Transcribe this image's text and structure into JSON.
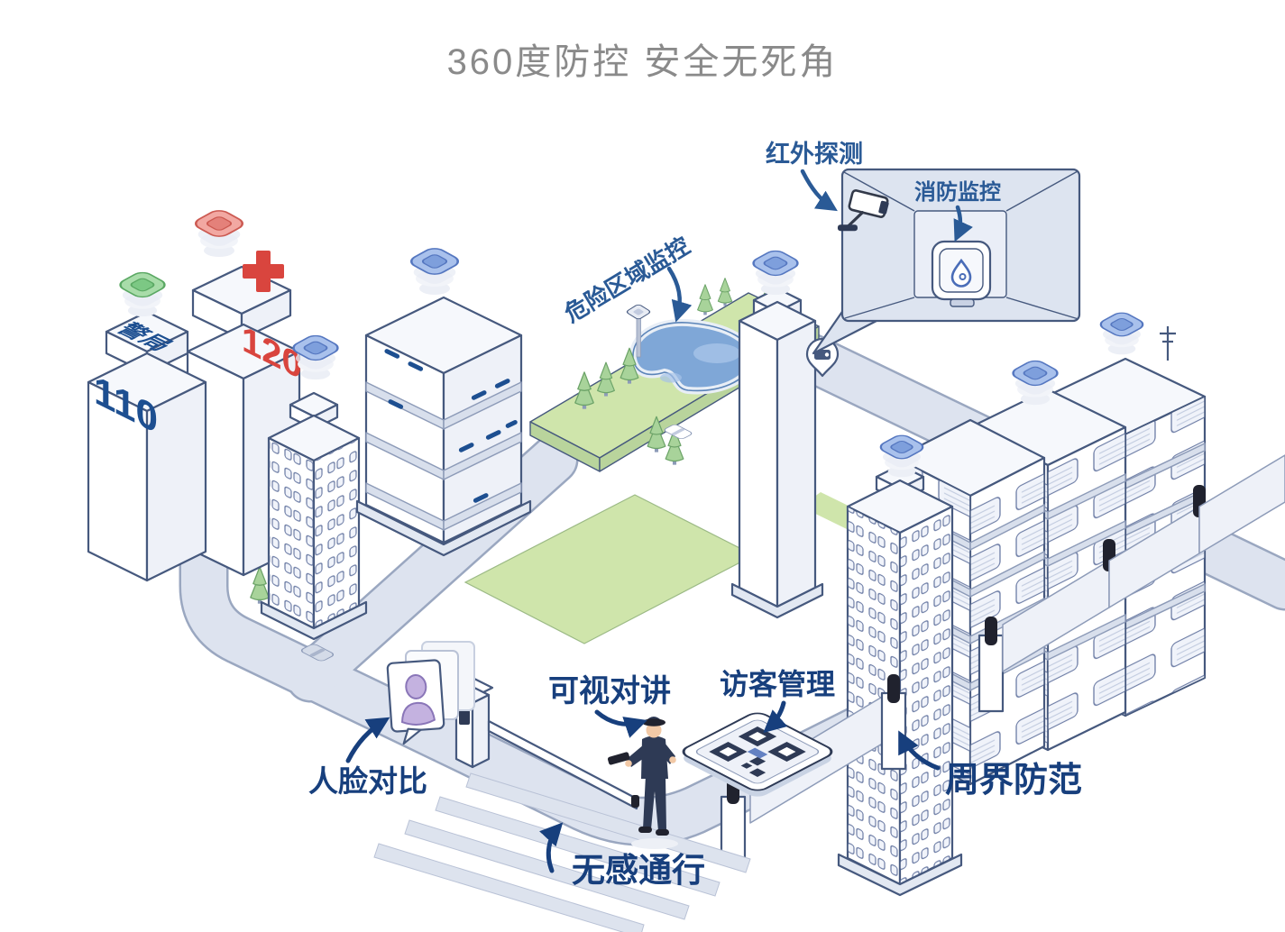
{
  "title": "360度防控 安全无死角",
  "labels": {
    "infrared_detection": "红外探测",
    "fire_monitoring": "消防监控",
    "danger_area_monitoring": "危险区域监控",
    "face_comparison": "人脸对比",
    "video_intercom": "可视对讲",
    "visitor_management": "访客管理",
    "seamless_passage": "无感通行",
    "perimeter_protection": "周界防范"
  },
  "buildings": {
    "police_rooftop_text": "警局",
    "police_number": "110",
    "hospital_number": "120"
  },
  "icons": {
    "surveillance_camera": "cctv-camera",
    "fire_detector": "water-drop-sensor",
    "visitor_tablet": "qr-code",
    "face_card": "person-avatar",
    "sensor_beacon": "rounded-square-tag",
    "red_cross": "hospital-cross"
  },
  "colors": {
    "title_gray": "#8a8a8a",
    "label_blue": "#2a5a96",
    "label_dark": "#173f7d",
    "outline": "#46597e",
    "line_soft": "#8d9bb8",
    "road_fill": "#dde3ef",
    "road_edge": "#9aa7c0",
    "building_white": "#ffffff",
    "building_shade": "#eef1f8",
    "slab_gap": "#d8dfec",
    "platform": "#e2e8f2",
    "green": "#cfe5ab",
    "green_dark": "#b9d49c",
    "tree_green": "#a8d39a",
    "tree_edge": "#6ca368",
    "pond_blue": "#7fa7d7",
    "pond_light": "#a5c2e8",
    "accent_red": "#d9453e",
    "number_blue": "#1d4f91",
    "icon_blue": "#4a6db8",
    "beacon_blue": "#a9c1ec",
    "beacon_blue_dark": "#5577c0",
    "beacon_blue_inner": "#7e9fdc",
    "beacon_green": "#a8dca9",
    "beacon_green_dark": "#5aa863",
    "beacon_green_inner": "#7cc884",
    "beacon_red": "#f2a8a2",
    "beacon_red_dark": "#cc5a52",
    "beacon_red_inner": "#e4817a",
    "post_black": "#20222e",
    "suit_navy": "#2e3a55",
    "skin": "#f2c9a6",
    "avatar_purple": "#c4b2e0",
    "avatar_purple_dark": "#8a76b8"
  }
}
